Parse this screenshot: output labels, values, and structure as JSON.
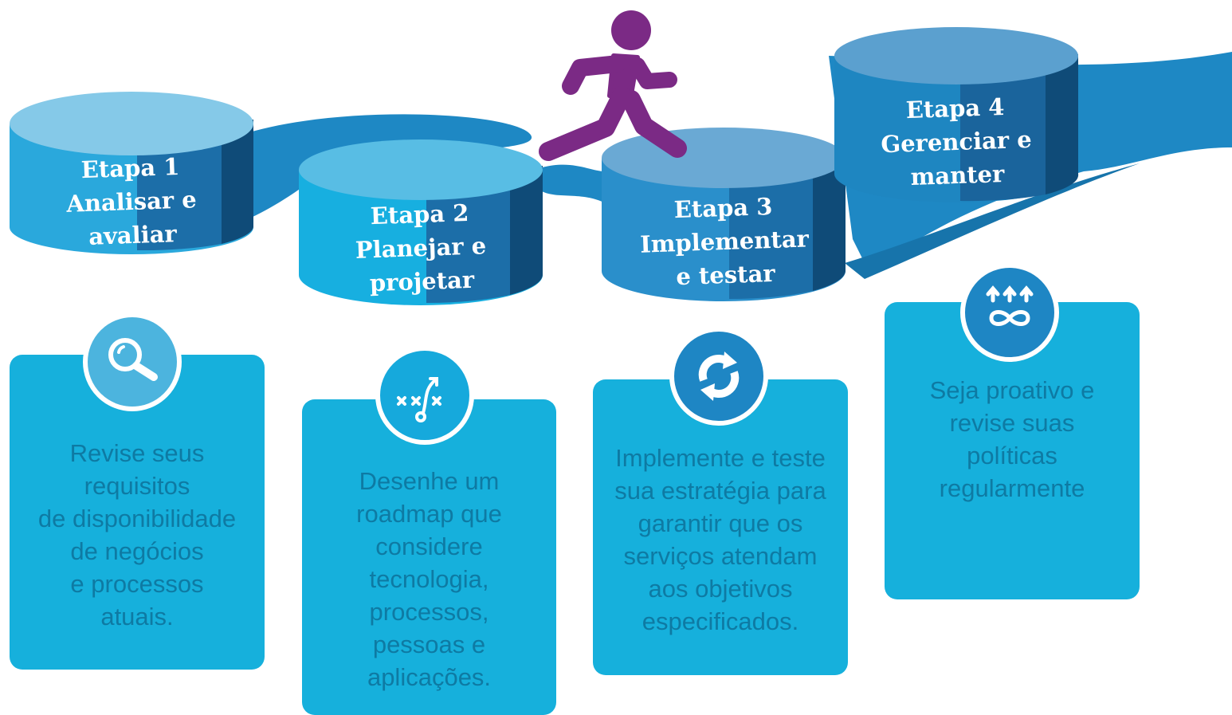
{
  "colors": {
    "ribbon": "#1e88c4",
    "ribbon_dark": "#1774ab",
    "card": "#16b0dc",
    "card_text": "#0e7aa3",
    "runner": "#7b2a85",
    "stage_1": "#2aa8dc",
    "stage_2": "#17afe0",
    "stage_3": "#2a8fcb",
    "stage_4": "#1e86c1"
  },
  "stages": [
    {
      "label": "Etapa 1\nAnalisar e\navaliar"
    },
    {
      "label": "Etapa 2\nPlanejar e\nprojetar"
    },
    {
      "label": "Etapa 3\nImplementar\ne testar"
    },
    {
      "label": "Etapa 4\nGerenciar e\nmanter"
    }
  ],
  "cards": [
    {
      "icon": "magnifying-glass-icon",
      "text": "Revise seus\nrequisitos\nde disponibilidade\nde negócios\ne processos\natuais."
    },
    {
      "icon": "strategy-play-icon",
      "text": "Desenhe um\nroadmap que\nconsidere\ntecnologia,\nprocessos,\npessoas e\naplicações."
    },
    {
      "icon": "refresh-cycle-icon",
      "text": "Implemente e teste\nsua estratégia para\ngarantir que os\nserviços atendam\naos objetivos\nespecificados."
    },
    {
      "icon": "infinity-arrows-icon",
      "text": "Seja proativo e\nrevise suas\npolíticas\nregularmente"
    }
  ],
  "runner_icon": "running-person-icon"
}
